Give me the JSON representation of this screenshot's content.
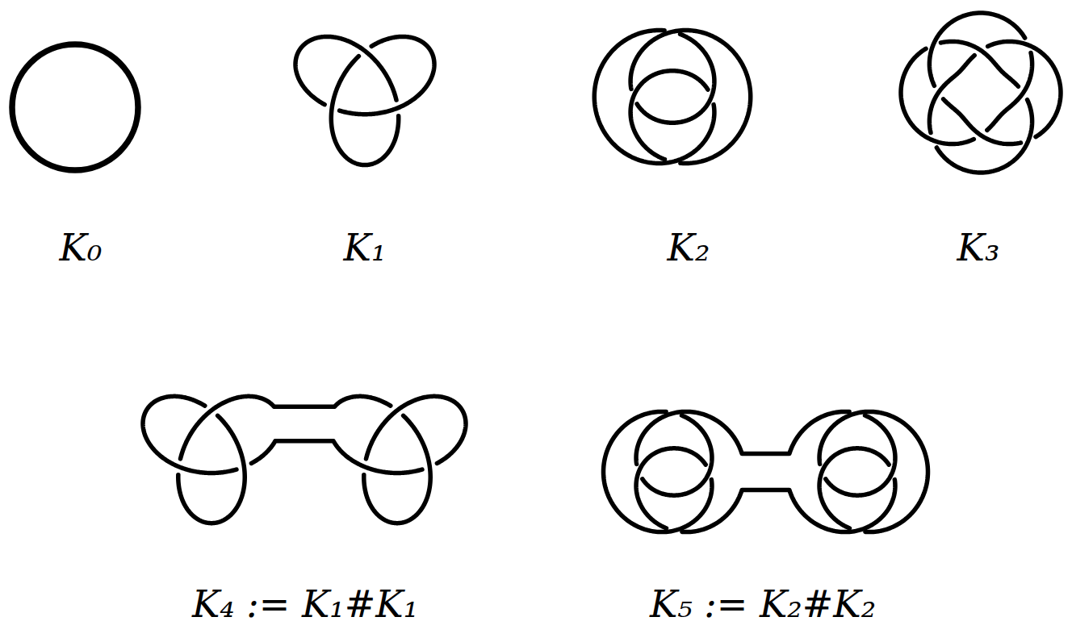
{
  "diagram": {
    "labels": [
      "K₀",
      "K₁",
      "K₂",
      "K₃",
      "K₄ := K₁#K₁",
      "K₅ := K₂#K₂"
    ]
  }
}
